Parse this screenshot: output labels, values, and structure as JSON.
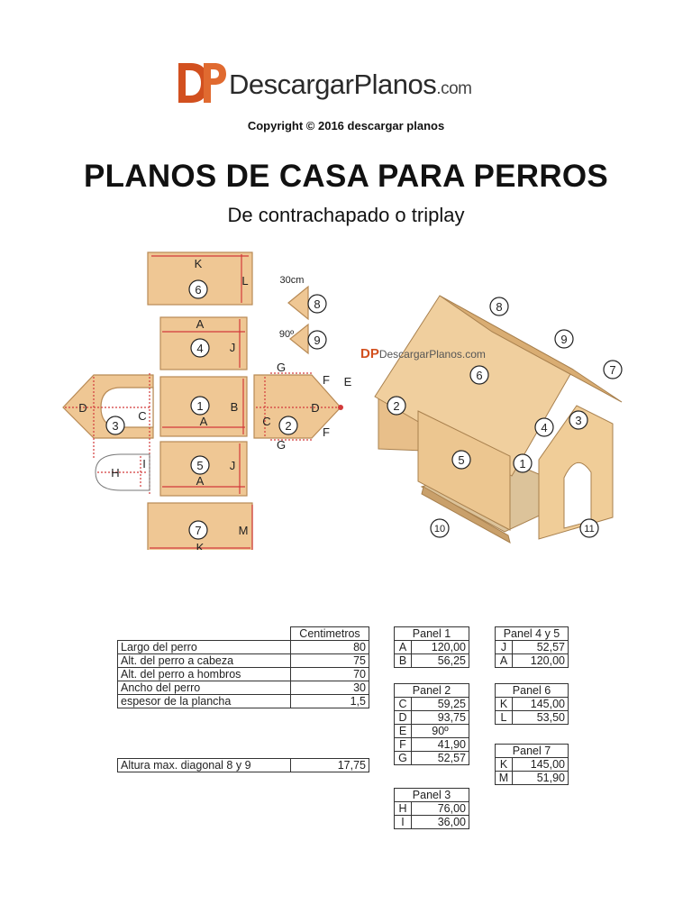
{
  "header": {
    "logo_letters": "DP",
    "logo_name": "DescargarPlanos",
    "logo_tld": ".com",
    "copyright": "Copyright © 2016 descargar planos",
    "title": "PLANOS DE CASA PARA PERROS",
    "subtitle": "De contrachapado o triplay"
  },
  "colors": {
    "brand": "#d2501f",
    "wood": "#efc794",
    "wood_dark": "#c79a62",
    "dim_line": "#d23a3a"
  },
  "panel_labels": {
    "p6": [
      "K",
      "6",
      "L"
    ],
    "p4": [
      "A",
      "4",
      "J"
    ],
    "p1": [
      "1",
      "A",
      "B"
    ],
    "p5": [
      "5",
      "A",
      "J"
    ],
    "p7": [
      "7",
      "K",
      "M"
    ],
    "p3": [
      "D",
      "C",
      "3",
      "H",
      "I"
    ],
    "p2": [
      "G",
      "F",
      "E",
      "C",
      "2",
      "D",
      "F",
      "G"
    ],
    "triangles": [
      "30cm",
      "8",
      "90º",
      "9"
    ]
  },
  "assembly": {
    "watermark_letters": "DP",
    "watermark_text": "DescargarPlanos.com",
    "callouts": [
      "8",
      "9",
      "7",
      "6",
      "2",
      "4",
      "3",
      "5",
      "1",
      "10",
      "11"
    ]
  },
  "main_table": {
    "header": [
      "",
      "Centimetros"
    ],
    "rows": [
      [
        "Largo del perro",
        "80"
      ],
      [
        "Alt. del perro a cabeza",
        "75"
      ],
      [
        "Alt. del perro a hombros",
        "70"
      ],
      [
        "Ancho del perro",
        "30"
      ],
      [
        "espesor de la plancha",
        "1,5"
      ]
    ],
    "diag_row": [
      "Altura max. diagonal 8 y 9",
      "17,75"
    ]
  },
  "panels": {
    "panel1": {
      "title": "Panel 1",
      "rows": [
        [
          "A",
          "120,00"
        ],
        [
          "B",
          "56,25"
        ]
      ]
    },
    "panel2": {
      "title": "Panel 2",
      "rows": [
        [
          "C",
          "59,25"
        ],
        [
          "D",
          "93,75"
        ],
        [
          "E",
          "90º"
        ],
        [
          "F",
          "41,90"
        ],
        [
          "G",
          "52,57"
        ]
      ]
    },
    "panel3": {
      "title": "Panel 3",
      "rows": [
        [
          "H",
          "76,00"
        ],
        [
          "I",
          "36,00"
        ]
      ]
    },
    "panel45": {
      "title": "Panel 4 y 5",
      "rows": [
        [
          "J",
          "52,57"
        ],
        [
          "A",
          "120,00"
        ]
      ]
    },
    "panel6": {
      "title": "Panel 6",
      "rows": [
        [
          "K",
          "145,00"
        ],
        [
          "L",
          "53,50"
        ]
      ]
    },
    "panel7": {
      "title": "Panel 7",
      "rows": [
        [
          "K",
          "145,00"
        ],
        [
          "M",
          "51,90"
        ]
      ]
    }
  }
}
